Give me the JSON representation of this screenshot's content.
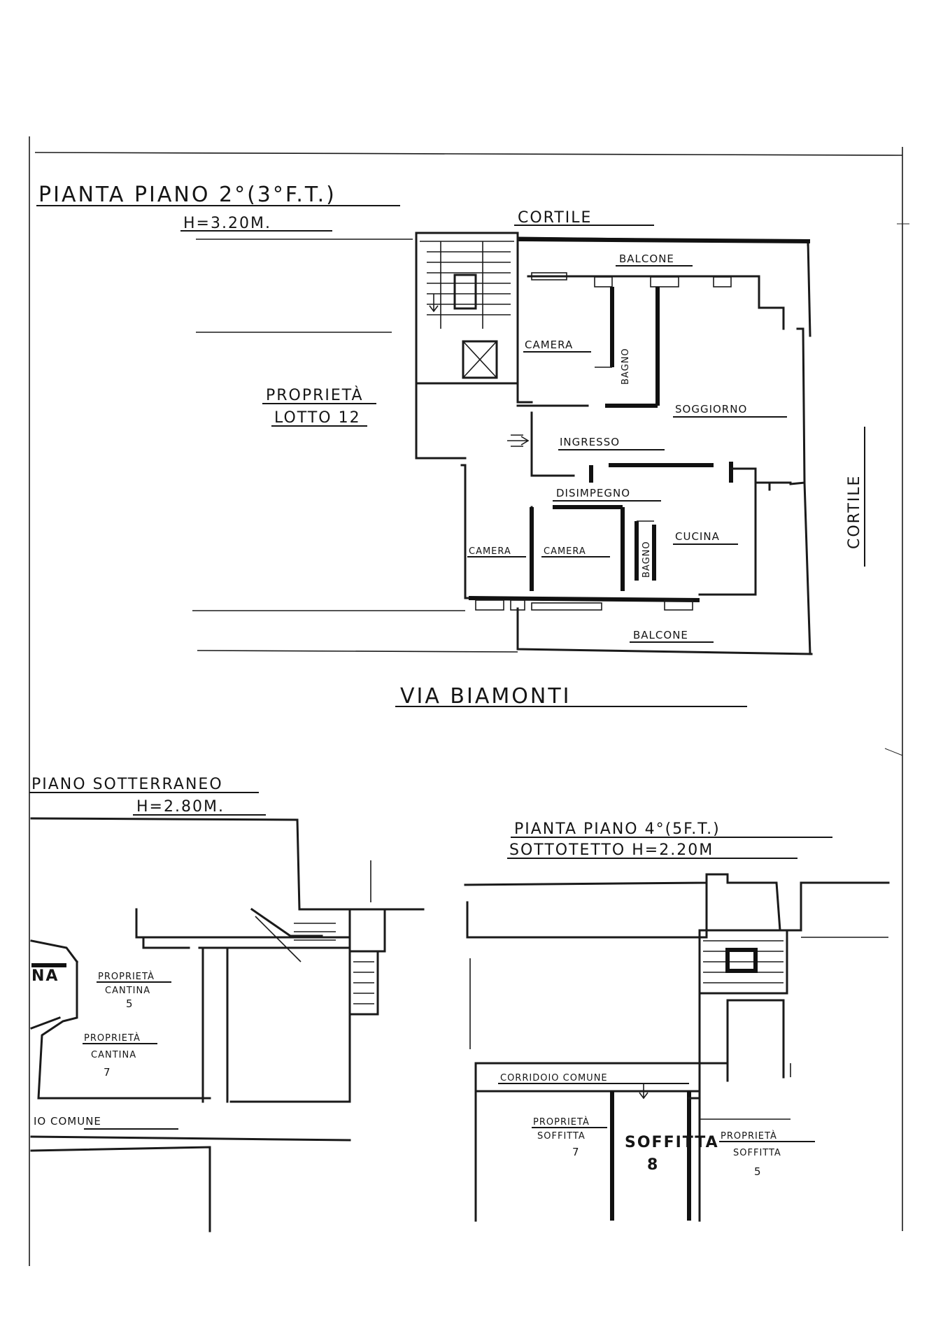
{
  "plan_second_floor": {
    "title": "PIANTA PIANO 2°(3°F.T.)",
    "height": "H=3.20M.",
    "street": "VIA BIAMONTI",
    "courtyard_top": "CORTILE",
    "courtyard_right": "CORTILE",
    "neighbor_line1": "PROPRIETÀ",
    "neighbor_line2": "LOTTO 12",
    "rooms": {
      "balcony_top": "BALCONE",
      "camera_top": "CAMERA",
      "bagno_top": "BAGNO",
      "soggiorno": "SOGGIORNO",
      "ingresso": "INGRESSO",
      "disimpegno": "DISIMPEGNO",
      "camera_bl": "CAMERA",
      "camera_bm": "CAMERA",
      "bagno_b": "BAGNO",
      "cucina": "CUCINA",
      "balcony_bottom": "BALCONE"
    }
  },
  "plan_basement": {
    "title": "PIANO SOTTERRANEO",
    "height": "H=2.80M.",
    "cut_label": "NA",
    "owner5_l1": "PROPRIETÀ",
    "owner5_l2": "CANTINA",
    "owner5_n": "5",
    "owner7_l1": "PROPRIETÀ",
    "owner7_l2": "CANTINA",
    "owner7_n": "7",
    "corridor": "IO COMUNE"
  },
  "plan_fourth_floor": {
    "title": "PIANTA PIANO 4°(5F.T.)",
    "subtitle": "SOTTOTETTO H=2.20M",
    "corridor": "CORRIDOIO COMUNE",
    "left_l1": "PROPRIETÀ",
    "left_l2": "SOFFITTA",
    "left_n": "7",
    "mid_l1": "SOFFITTA",
    "mid_n": "8",
    "right_l1": "PROPRIETÀ",
    "right_l2": "SOFFITTA",
    "right_n": "5"
  }
}
